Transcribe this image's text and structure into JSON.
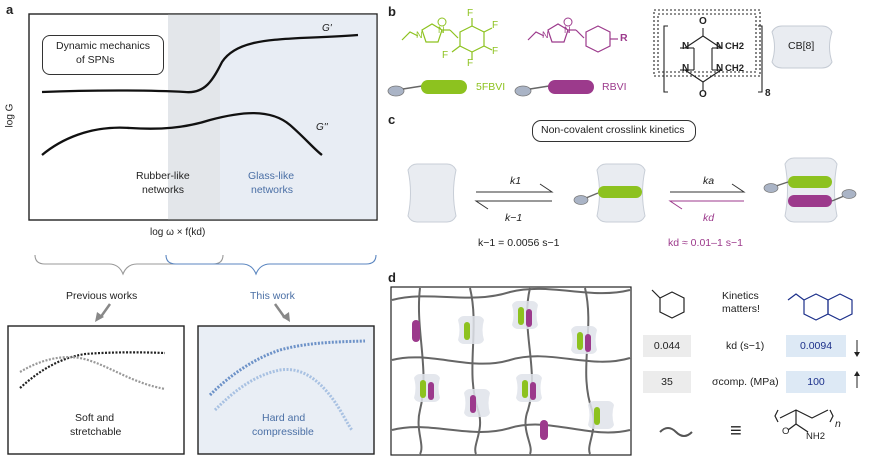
{
  "panel_a": {
    "letter": "a",
    "title_line1": "Dynamic mechanics",
    "title_line2": "of SPNs",
    "curve_top": "G'",
    "curve_bottom": "G''",
    "y_axis": "log G",
    "x_axis": "log ω × f(kd)",
    "region_rubber_1": "Rubber-like",
    "region_rubber_2": "networks",
    "region_glass_1": "Glass-like",
    "region_glass_2": "networks",
    "previous_works": "Previous works",
    "this_work": "This work",
    "soft_1": "Soft and",
    "soft_2": "stretchable",
    "hard_1": "Hard and",
    "hard_2": "compressible"
  },
  "panel_b": {
    "letter": "b",
    "label_5fbvi": "5FBVI",
    "label_rbvi": "RBVI",
    "r_group": "R",
    "atom_f": "F",
    "atom_n": "N",
    "atom_o": "O",
    "ch2": "CH2",
    "repeat": "8",
    "cb8": "CB[8]"
  },
  "panel_c": {
    "letter": "c",
    "title": "Non-covalent crosslink kinetics",
    "k1": "k1",
    "k_minus1": "k−1",
    "ka": "ka",
    "kd": "kd",
    "rate_left": "k−1 = 0.0056 s−1",
    "rate_right": "kd ≈ 0.01–1 s−1"
  },
  "panel_d": {
    "letter": "d",
    "kinetics_1": "Kinetics",
    "kinetics_2": "matters!",
    "kd_left": "0.044",
    "kd_label": "kd (s−1)",
    "kd_right": "0.0094",
    "sigma_left": "35",
    "sigma_label": "σcomp. (MPa)",
    "sigma_right": "100",
    "equiv": "≡",
    "n_sub": "n",
    "o_atom": "O",
    "nh2": "NH2"
  },
  "colors": {
    "green": "#8dc21f",
    "purple": "#9c3a8c",
    "blue_text": "#4a6fa5",
    "glass_bg": "#e6ecf3",
    "light_blue_box": "#dde9f5",
    "grey_box": "#ececec"
  },
  "icons": [
    "cucurbituril-ring-icon",
    "guest-molecule-icon",
    "arrow-icon",
    "polymer-chain-icon"
  ]
}
